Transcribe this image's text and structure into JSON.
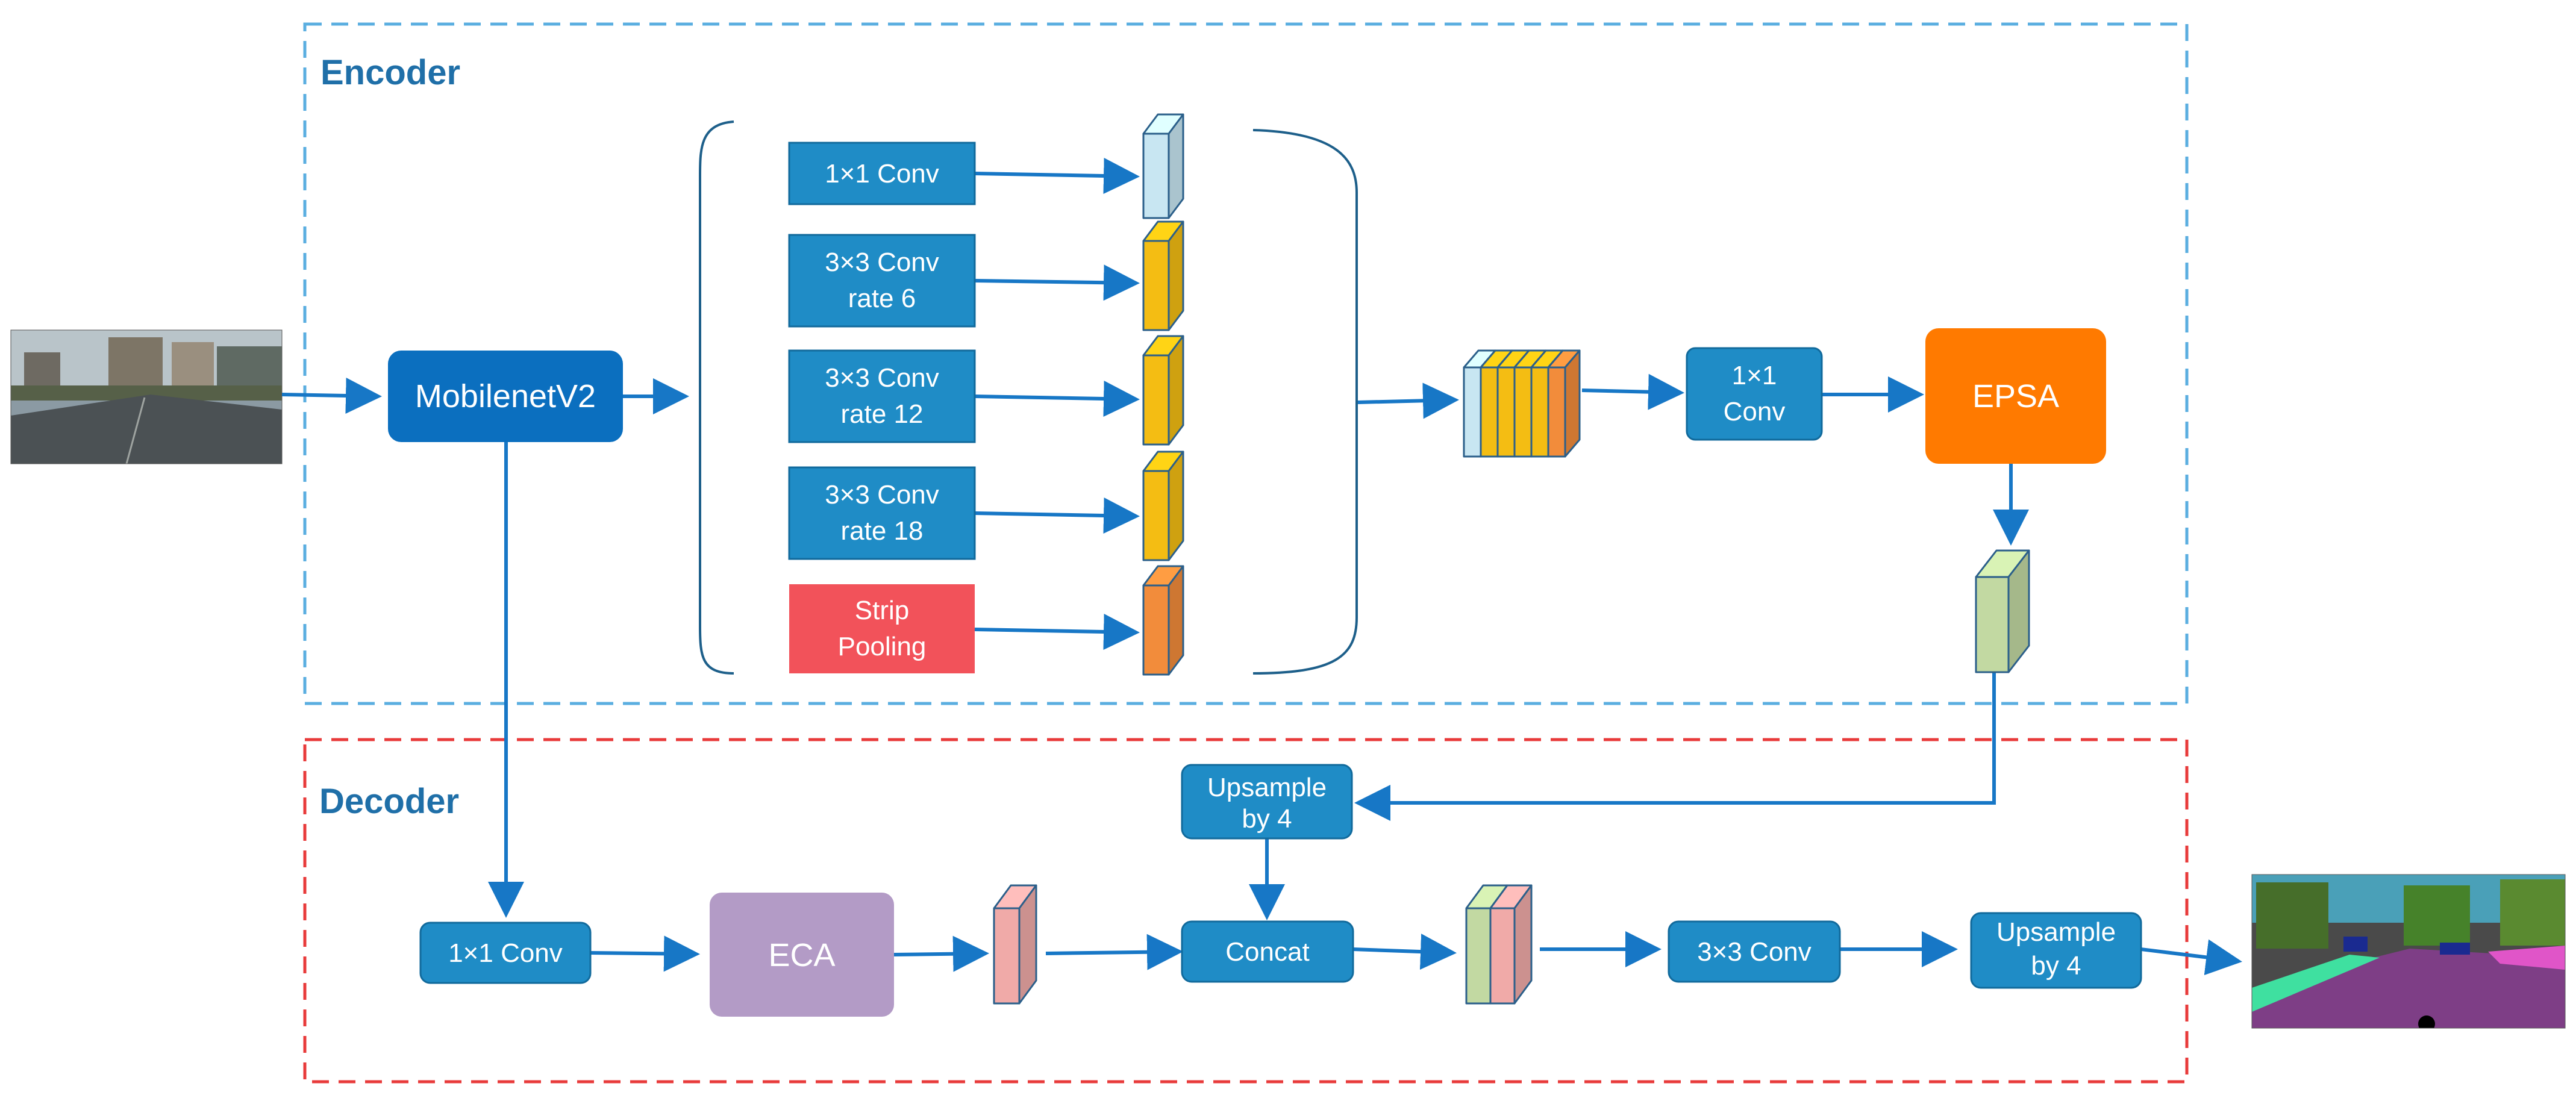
{
  "regions": {
    "encoder_title": "Encoder",
    "decoder_title": "Decoder"
  },
  "encoder": {
    "backbone": "MobilenetV2",
    "aspp_conv1": "1×1 Conv",
    "aspp_conv2": [
      "3×3 Conv",
      "rate 6"
    ],
    "aspp_conv3": [
      "3×3 Conv",
      "rate 12"
    ],
    "aspp_conv4": [
      "3×3 Conv",
      "rate 18"
    ],
    "strip_pooling": [
      "Strip",
      "Pooling"
    ],
    "fuse_conv": [
      "1×1",
      "Conv"
    ],
    "attention": "EPSA"
  },
  "decoder": {
    "low_conv": "1×1 Conv",
    "attention": "ECA",
    "upsample1": [
      "Upsample",
      "by 4"
    ],
    "concat": "Concat",
    "conv3": "3×3 Conv",
    "upsample2": [
      "Upsample",
      "by 4"
    ]
  },
  "colors": {
    "encoder_border": "#5aaee0",
    "decoder_border": "#e83a3a",
    "backbone": "#0b6fbf",
    "box_blue": "#1f8cc6",
    "box_blue_border": "#116a9c",
    "strip_pool": "#f2525a",
    "epsa": "#ff7a00",
    "eca": "#b39bc6",
    "arrow": "#1777c6",
    "feat_lightblue": "#c8e6f2",
    "feat_yellow": "#f4bd13",
    "feat_orange": "#f28c3b",
    "feat_green": "#c2d9a2",
    "feat_pink": "#f0aaa8"
  }
}
